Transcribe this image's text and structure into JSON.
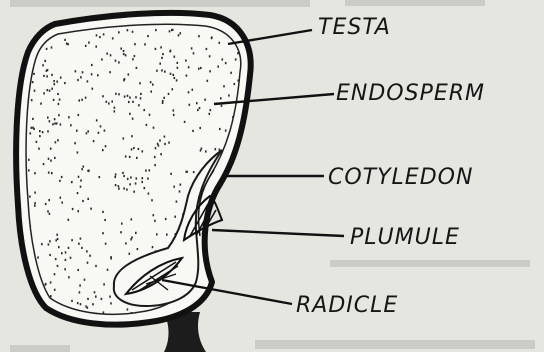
{
  "diagram": {
    "labels": {
      "testa": "TESTA",
      "endosperm": "ENDOSPERM",
      "cotyledon": "COTYLEDON",
      "plumule": "PLUMULE",
      "radicle": "RADICLE"
    }
  }
}
